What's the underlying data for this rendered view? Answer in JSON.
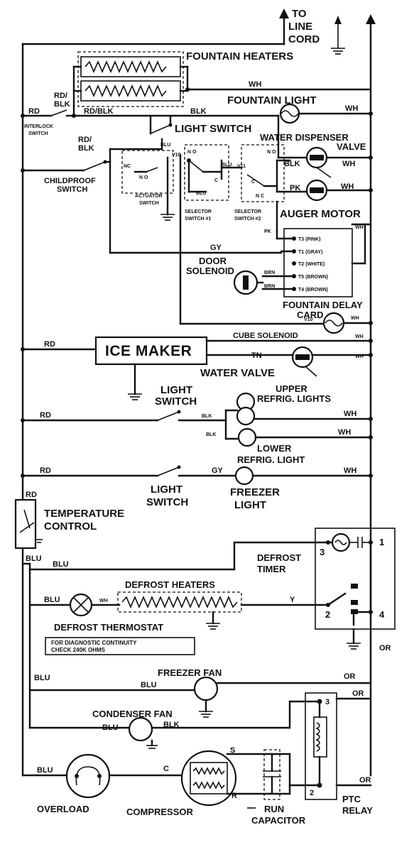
{
  "labels": {
    "to_line_cord": [
      "TO",
      "LINE",
      "CORD"
    ],
    "fountain_heaters": "FOUNTAIN HEATERS",
    "fountain_light": "FOUNTAIN LIGHT",
    "light_switch_top": "LIGHT SWITCH",
    "interlock_switch": [
      "INTERLOCK",
      "SWITCH"
    ],
    "water_dispenser_valve": [
      "WATER DISPENSER",
      "VALVE"
    ],
    "childproof_switch": [
      "CHILDPROOF",
      "SWITCH"
    ],
    "actuator_switch": [
      "ACTUATOR",
      "SWITCH"
    ],
    "selector_switch_1": [
      "SELECTOR",
      "SWITCH #1"
    ],
    "selector_switch_2": [
      "SELECTOR",
      "SWITCH #2"
    ],
    "auger_motor": "AUGER MOTOR",
    "door_solenoid": [
      "DOOR",
      "SOLENOID"
    ],
    "fountain_delay_card": [
      "FOUNTAIN DELAY",
      "CARD"
    ],
    "cube_solenoid": "CUBE SOLENOID",
    "ice_maker": "ICE MAKER",
    "water_valve": "WATER VALVE",
    "light_switch_upper": [
      "LIGHT",
      "SWITCH"
    ],
    "upper_refrig_lights": [
      "UPPER",
      "REFRIG. LIGHTS"
    ],
    "lower_refrig_light": [
      "LOWER",
      "REFRIG. LIGHT"
    ],
    "light_switch_lower": [
      "LIGHT",
      "SWITCH"
    ],
    "freezer_light": [
      "FREEZER",
      "LIGHT"
    ],
    "temperature_control": [
      "TEMPERATURE",
      "CONTROL"
    ],
    "defrost_timer": [
      "DEFROST",
      "TIMER"
    ],
    "defrost_heaters": "DEFROST HEATERS",
    "defrost_thermostat": "DEFROST THERMOSTAT",
    "diagnostic_note": [
      "FOR DIAGNOSTIC CONTINUITY",
      "CHECK 240K OHMS"
    ],
    "freezer_fan": "FREEZER FAN",
    "condenser_fan": "CONDENSER FAN",
    "overload": "OVERLOAD",
    "compressor": "COMPRESSOR",
    "run_capacitor": [
      "RUN",
      "CAPACITOR"
    ],
    "ptc_relay": [
      "PTC",
      "RELAY"
    ]
  },
  "delay_card_terminals": [
    "T3 (PINK)",
    "T1 (GRAY)",
    "T2 (WHITE)",
    "T5 (BROWN)",
    "T4 (BROWN)"
  ],
  "switch_marks": {
    "no": "N O",
    "nc": "N C",
    "c": "C",
    "nc_actuator": "NC",
    "no_actuator": "N O",
    "v10": "V10",
    "v11": "V11"
  },
  "timer_terminals": [
    "1",
    "2",
    "3",
    "4"
  ],
  "relay_terminals": [
    "3",
    "2"
  ],
  "compressor_terminals": [
    "S",
    "R",
    "C"
  ],
  "wire_colors": {
    "rd": "RD",
    "rd_blk": "RD/BLK",
    "rd_blk_stack": [
      "RD/",
      "BLK"
    ],
    "blk": "BLK",
    "wh": "WH",
    "blu": "BLU",
    "gy": "GY",
    "pk": "PK",
    "brn": "BRN",
    "tn": "TN",
    "y": "Y",
    "or": "OR",
    "v10": "V10"
  }
}
